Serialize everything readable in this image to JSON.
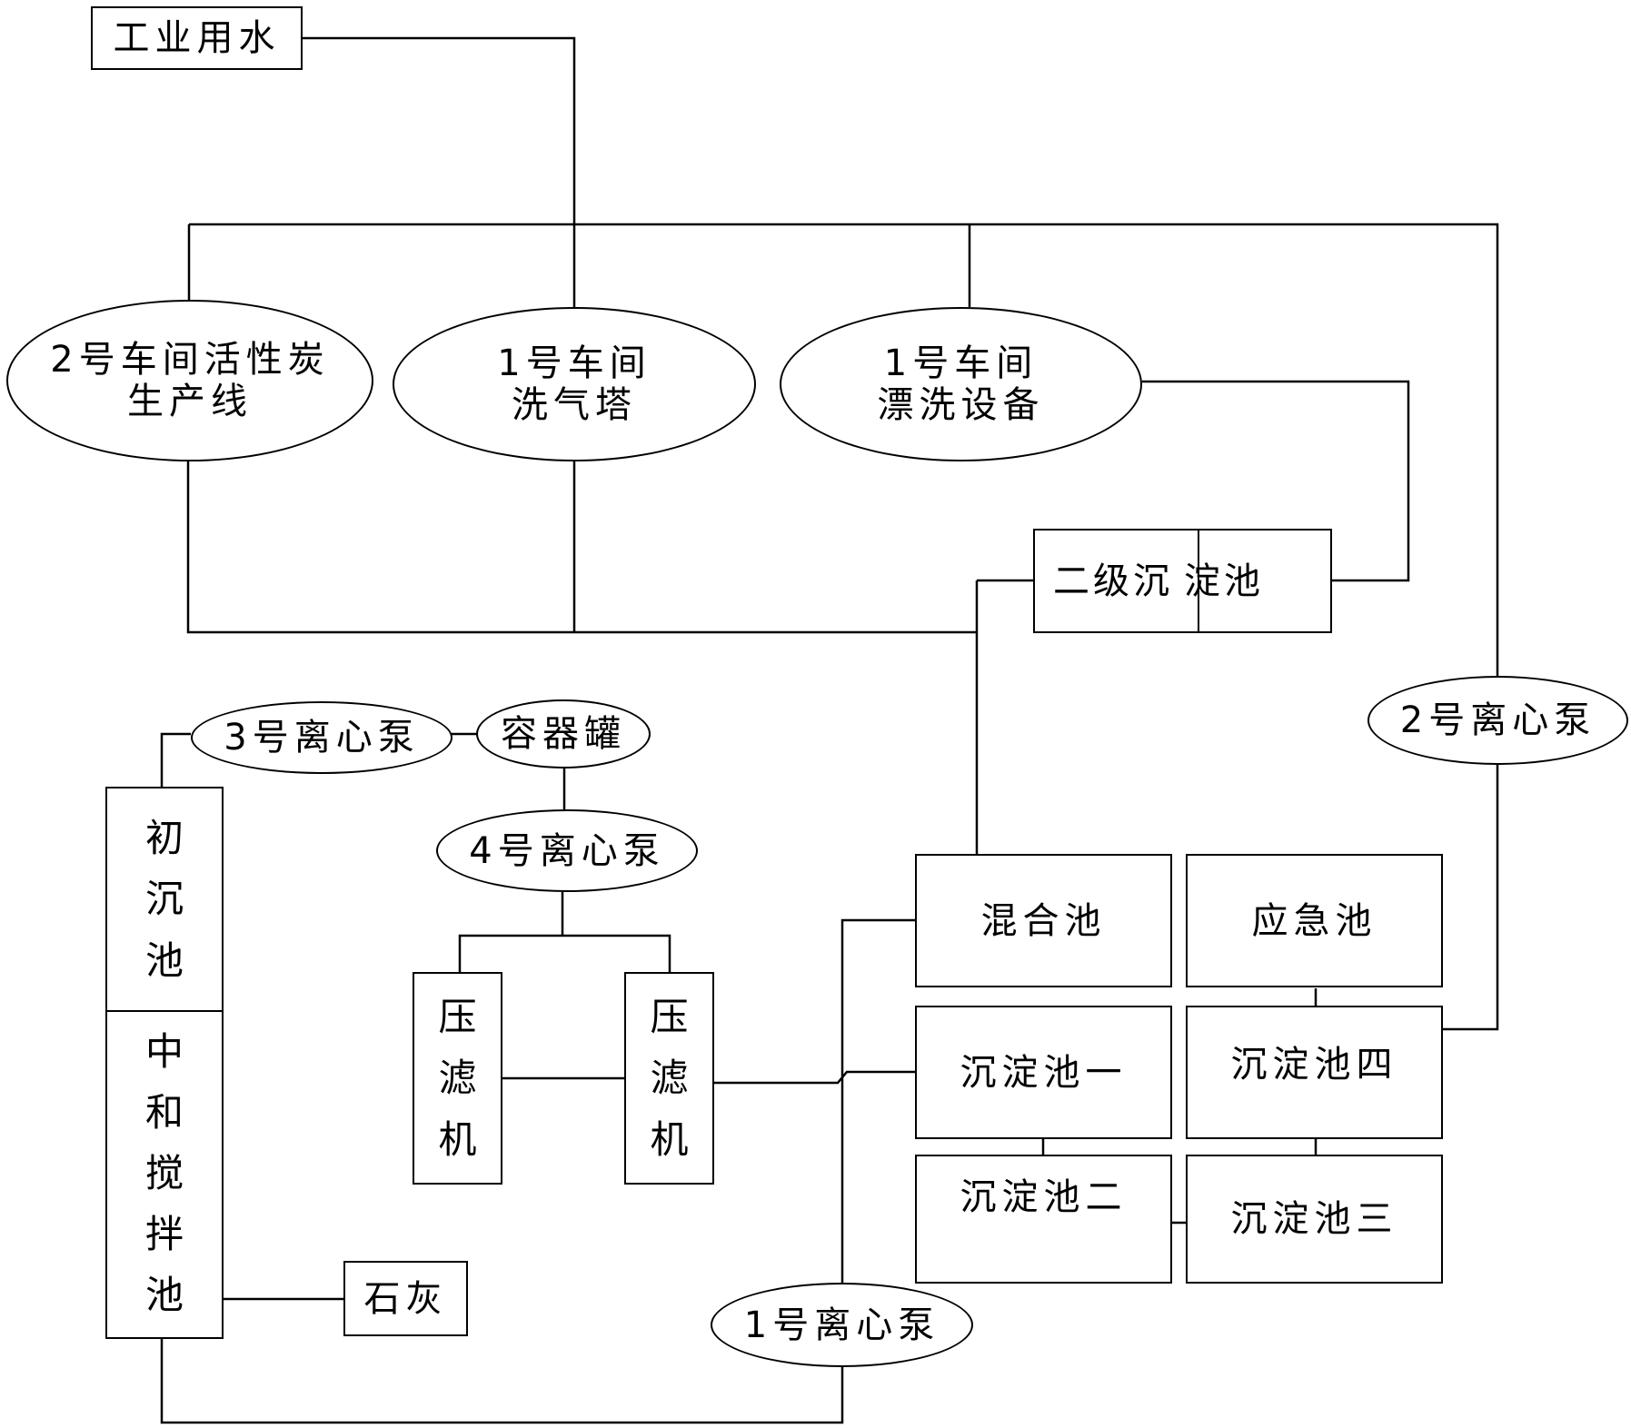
{
  "nodes": {
    "industrial_water": "工业用水",
    "workshop2_line1": "2号车间活性炭",
    "workshop2_line2": "生产线",
    "workshop1_tower_line1": "1号车间",
    "workshop1_tower_line2": "洗气塔",
    "workshop1_rinse_line1": "1号车间",
    "workshop1_rinse_line2": "漂洗设备",
    "secondary_settling_a": "二级沉",
    "secondary_settling_b": "淀池",
    "pump2": "2号离心泵",
    "pump3": "3号离心泵",
    "container_tank": "容器罐",
    "pump4": "4号离心泵",
    "primary_settling": [
      "初",
      "沉",
      "池"
    ],
    "neutralization": [
      "中",
      "和",
      "搅",
      "拌",
      "池"
    ],
    "filter_press_left": [
      "压",
      "滤",
      "机"
    ],
    "filter_press_right": [
      "压",
      "滤",
      "机"
    ],
    "mixing_tank": "混合池",
    "emergency_tank": "应急池",
    "settling_1": "沉淀池一",
    "settling_2": "沉淀池二",
    "settling_3": "沉淀池三",
    "settling_4": "沉淀池四",
    "lime": "石灰",
    "pump1": "1号离心泵"
  }
}
